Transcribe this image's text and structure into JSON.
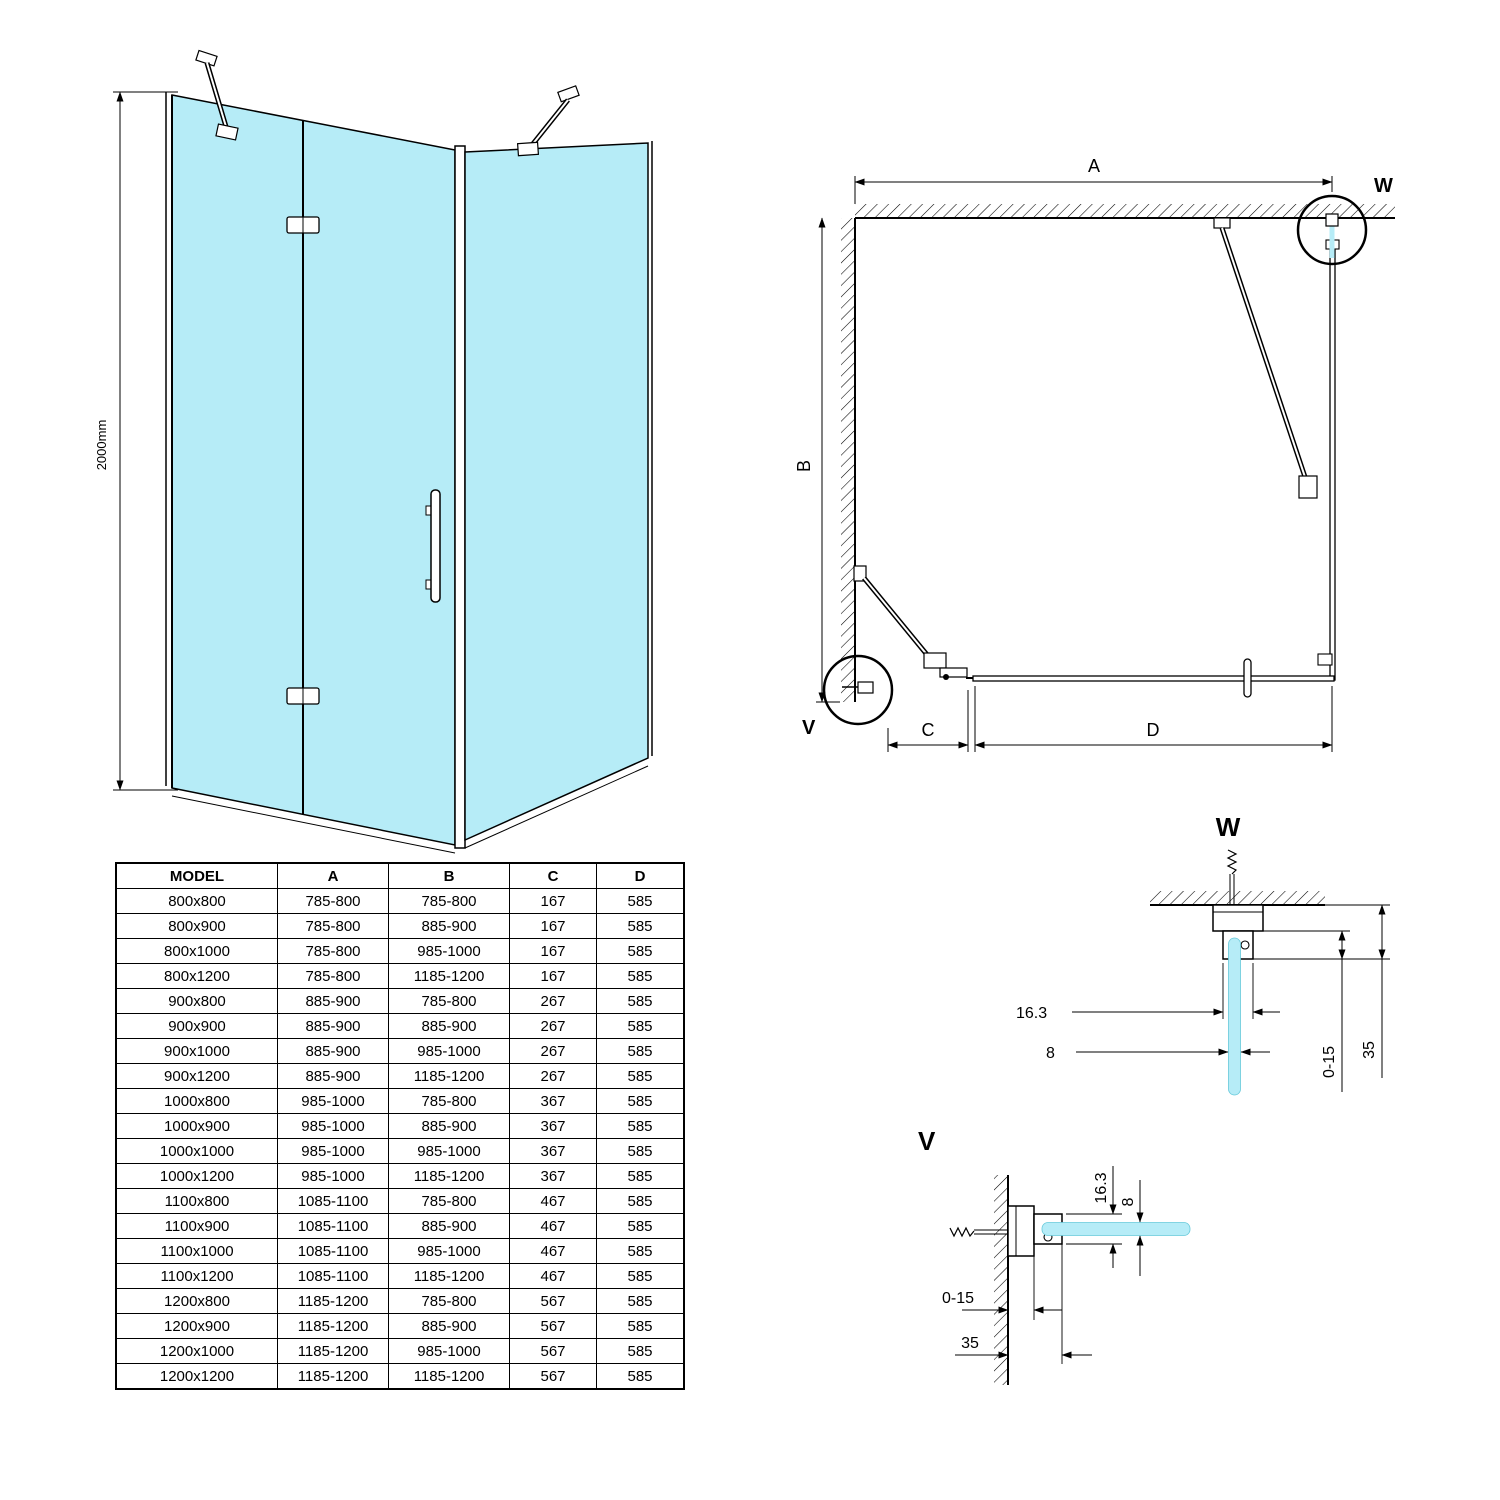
{
  "colors": {
    "glass": "#b6ecf7",
    "line": "#000000"
  },
  "perspective": {
    "height_label": "2000mm"
  },
  "plan": {
    "labels": {
      "a": "A",
      "b": "B",
      "c": "C",
      "d": "D",
      "w": "W",
      "v": "V"
    }
  },
  "details": {
    "w": {
      "title": "W",
      "profile_width": "16.3",
      "glass_thickness": "8",
      "adjustment_range": "0-15",
      "profile_depth": "35"
    },
    "v": {
      "title": "V",
      "profile_width": "16.3",
      "glass_thickness": "8",
      "adjustment_range": "0-15",
      "profile_depth": "35"
    }
  },
  "table": {
    "headers": [
      "MODEL",
      "A",
      "B",
      "C",
      "D"
    ],
    "rows": [
      [
        "800x800",
        "785-800",
        "785-800",
        "167",
        "585"
      ],
      [
        "800x900",
        "785-800",
        "885-900",
        "167",
        "585"
      ],
      [
        "800x1000",
        "785-800",
        "985-1000",
        "167",
        "585"
      ],
      [
        "800x1200",
        "785-800",
        "1185-1200",
        "167",
        "585"
      ],
      [
        "900x800",
        "885-900",
        "785-800",
        "267",
        "585"
      ],
      [
        "900x900",
        "885-900",
        "885-900",
        "267",
        "585"
      ],
      [
        "900x1000",
        "885-900",
        "985-1000",
        "267",
        "585"
      ],
      [
        "900x1200",
        "885-900",
        "1185-1200",
        "267",
        "585"
      ],
      [
        "1000x800",
        "985-1000",
        "785-800",
        "367",
        "585"
      ],
      [
        "1000x900",
        "985-1000",
        "885-900",
        "367",
        "585"
      ],
      [
        "1000x1000",
        "985-1000",
        "985-1000",
        "367",
        "585"
      ],
      [
        "1000x1200",
        "985-1000",
        "1185-1200",
        "367",
        "585"
      ],
      [
        "1100x800",
        "1085-1100",
        "785-800",
        "467",
        "585"
      ],
      [
        "1100x900",
        "1085-1100",
        "885-900",
        "467",
        "585"
      ],
      [
        "1100x1000",
        "1085-1100",
        "985-1000",
        "467",
        "585"
      ],
      [
        "1100x1200",
        "1085-1100",
        "1185-1200",
        "467",
        "585"
      ],
      [
        "1200x800",
        "1185-1200",
        "785-800",
        "567",
        "585"
      ],
      [
        "1200x900",
        "1185-1200",
        "885-900",
        "567",
        "585"
      ],
      [
        "1200x1000",
        "1185-1200",
        "985-1000",
        "567",
        "585"
      ],
      [
        "1200x1200",
        "1185-1200",
        "1185-1200",
        "567",
        "585"
      ]
    ]
  }
}
